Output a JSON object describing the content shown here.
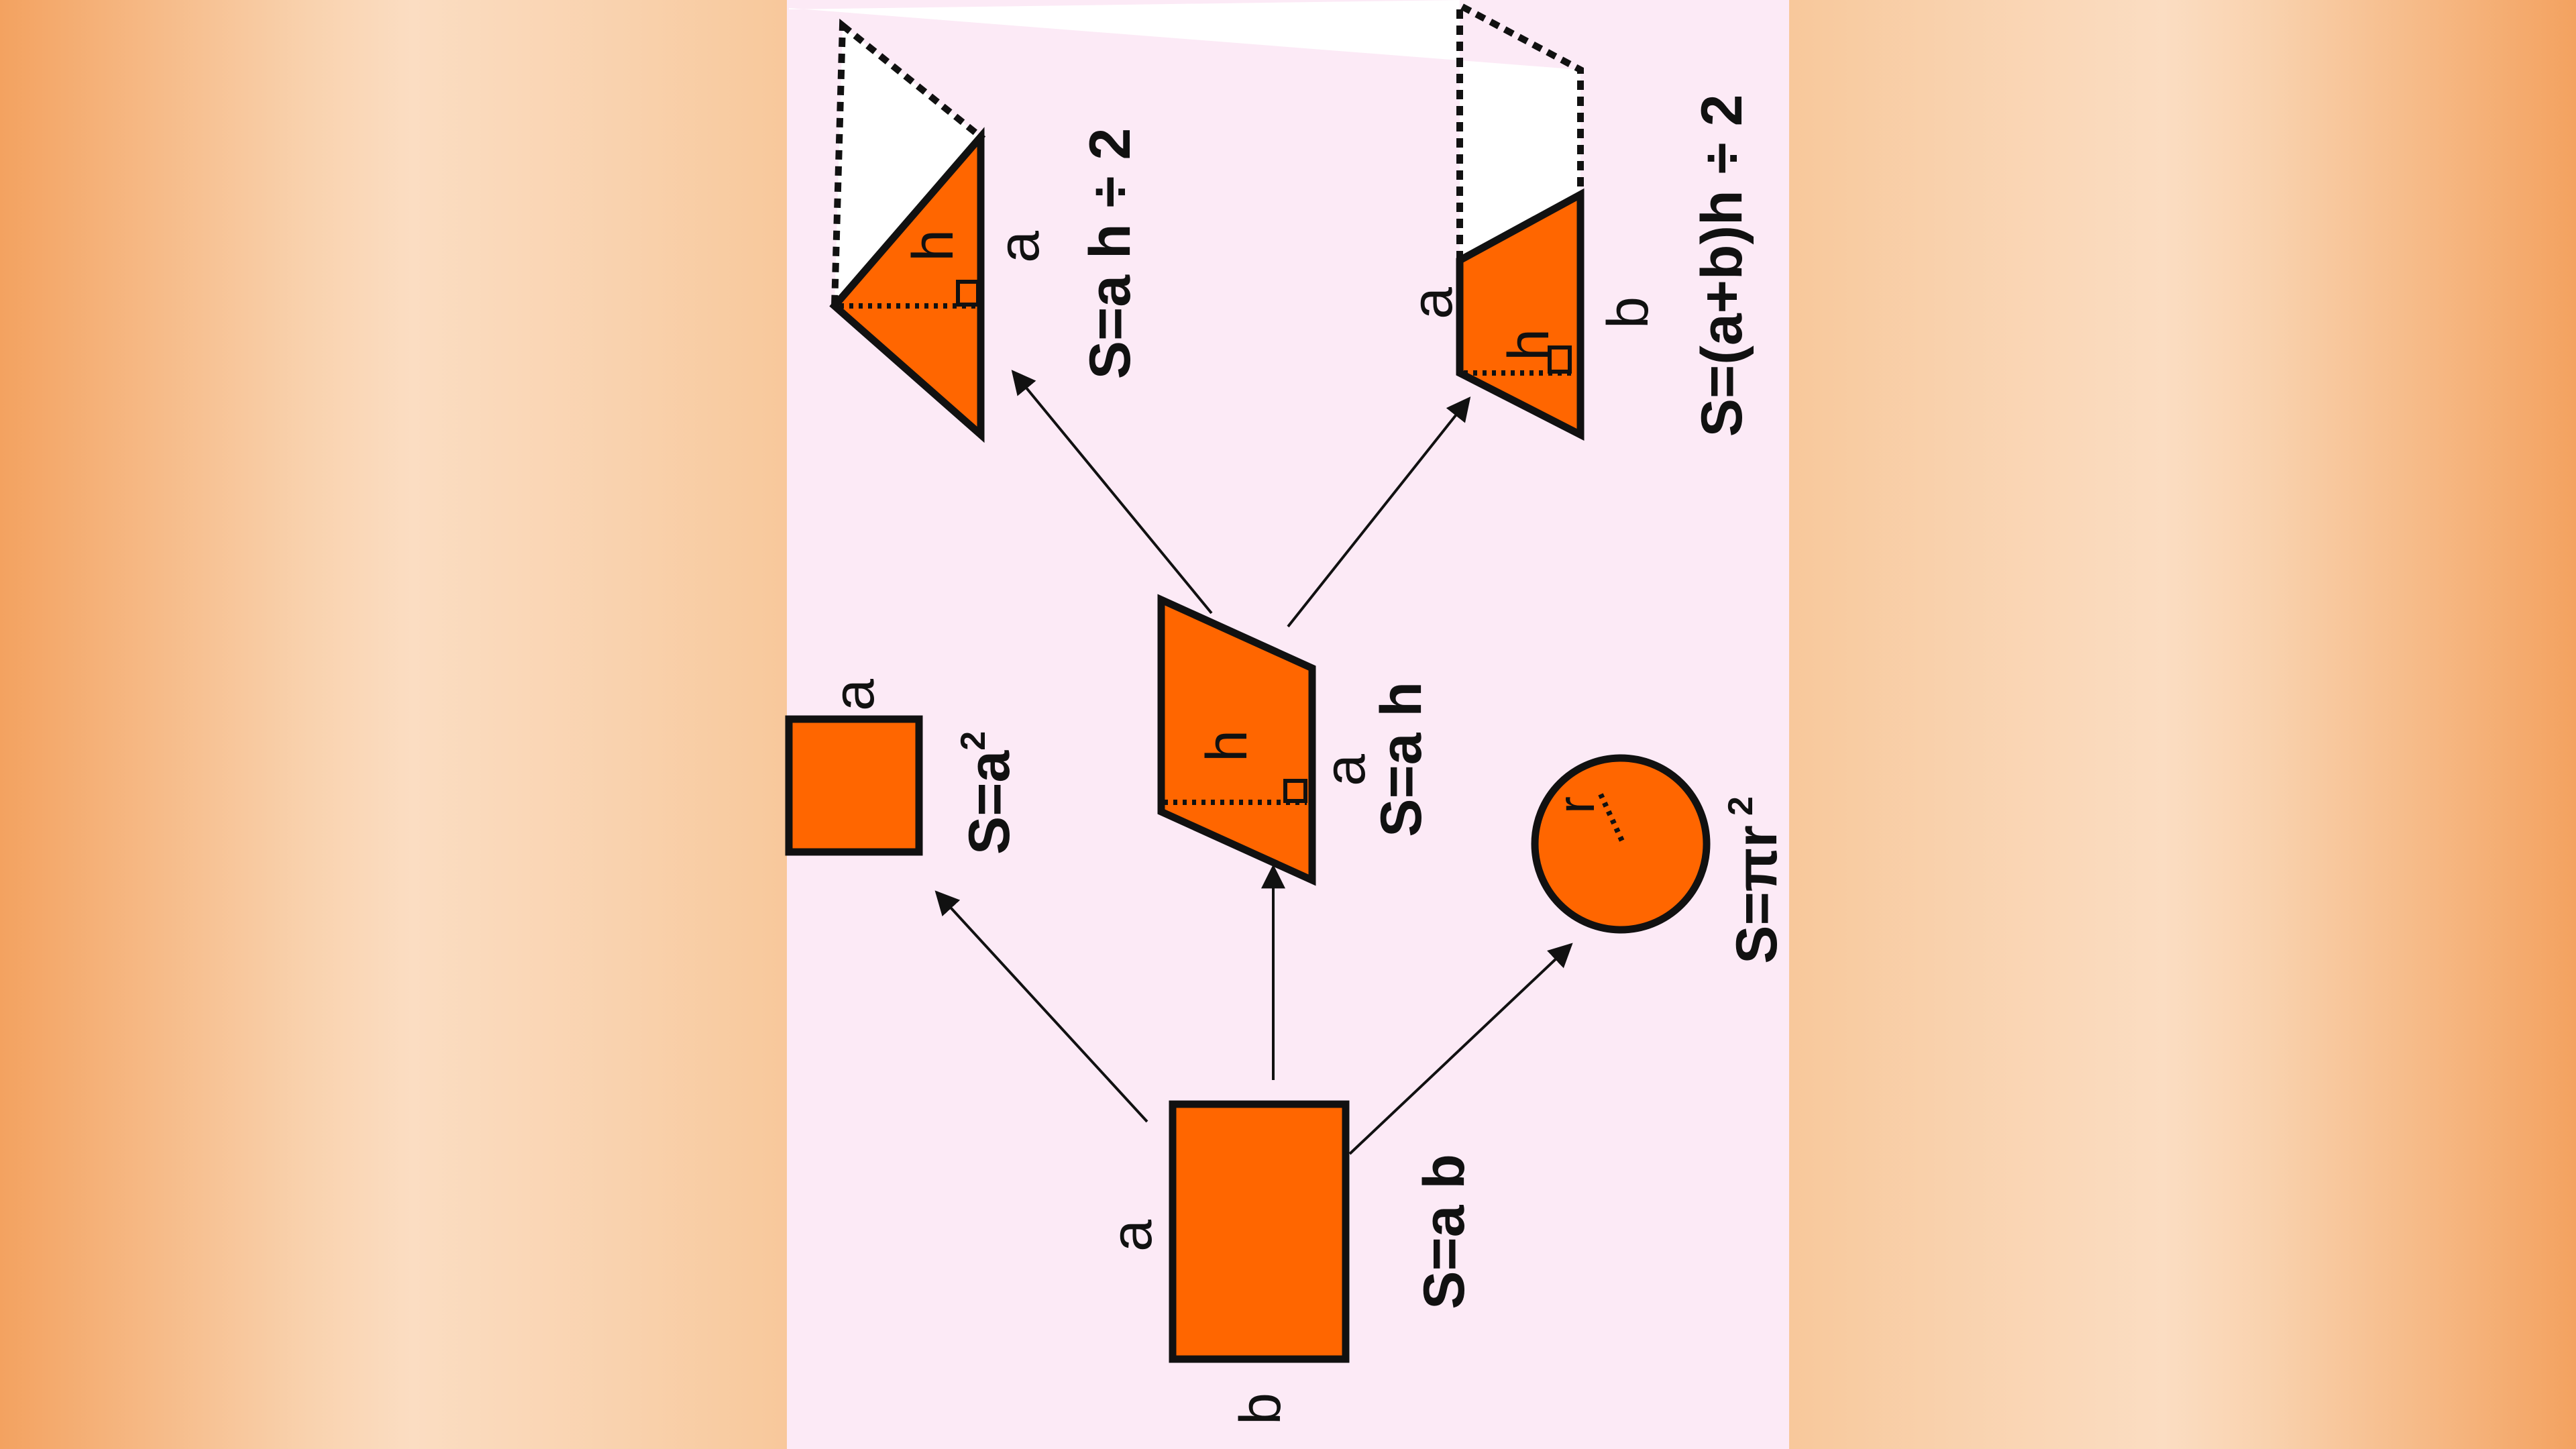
{
  "colors": {
    "shape_fill": "#FF6600",
    "board": "#FCEAF6",
    "outline": "#111111",
    "background_center": "#FBDDC2",
    "background_edge": "#F3A260"
  },
  "rectangle": {
    "formula": "S=a b",
    "side_a": "a",
    "side_b": "b"
  },
  "square": {
    "formula_base": "S=a",
    "formula_exponent": "2",
    "side": "a"
  },
  "parallelogram": {
    "formula": "S=a h",
    "base": "a",
    "height": "h"
  },
  "circle": {
    "formula_base": "S=πr",
    "formula_exponent": "2",
    "radius": "r"
  },
  "triangle": {
    "formula": "S=a h ÷ 2",
    "base": "a",
    "height": "h"
  },
  "trapezoid": {
    "formula": "S=(a+b)h ÷ 2",
    "top": "a",
    "bottom": "b",
    "height": "h"
  }
}
